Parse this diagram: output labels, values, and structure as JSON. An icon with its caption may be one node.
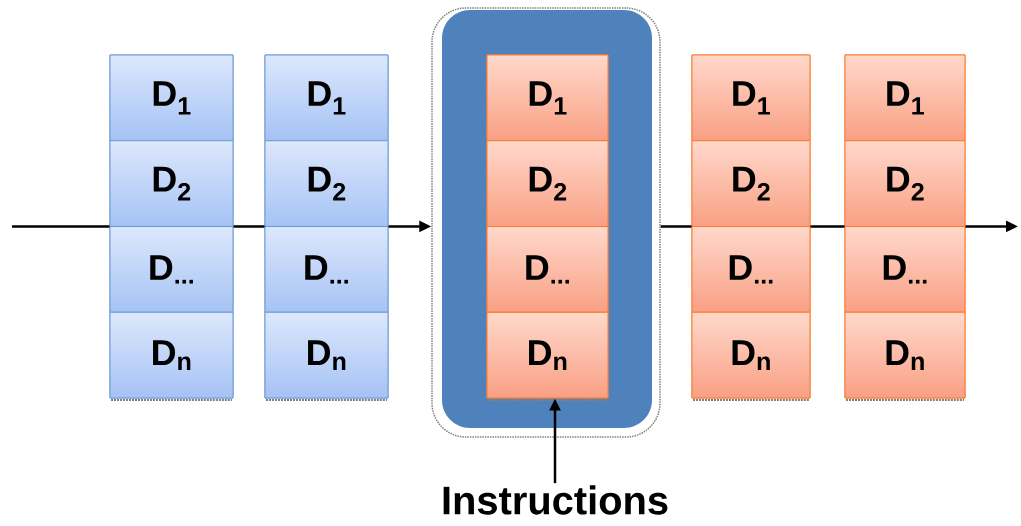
{
  "diagram": {
    "nodes": [
      {
        "text": [],
        "shape": "box"
      },
      {
        "text": [
          "D$_{1}$"
        ],
        "in": 0
      },
      {
        "text": [
          "D$_{2}$"
        ],
        "in": 0
      },
      {
        "text": [
          "D$_{...}$"
        ],
        "in": 0
      },
      {
        "text": [
          "D$_{n}$"
        ],
        "in": 0
      },
      {
        "text": [],
        "shape": "box"
      },
      {
        "text": [
          "D$_{1}$"
        ],
        "in": 5
      },
      {
        "text": [
          "D$_{2}$"
        ],
        "in": 5
      },
      {
        "text": [
          "D$_{...}$"
        ],
        "in": 5
      },
      {
        "text": [
          "D$_{n}$"
        ],
        "in": 5
      },
      {
        "text": [],
        "shape": "box"
      },
      {
        "text": [],
        "shape": "box",
        "in": 10
      },
      {
        "text": [
          "D$_{1}$"
        ],
        "in": 11
      },
      {
        "text": [
          "D$_{2}$"
        ],
        "in": 11
      },
      {
        "text": [
          "D$_{...}$"
        ],
        "in": 11
      },
      {
        "text": [
          "D$_{n}$"
        ],
        "in": 11
      },
      {
        "text": [],
        "shape": "box"
      },
      {
        "text": [
          "D$_{1}$"
        ],
        "in": 16
      },
      {
        "text": [
          "D$_{2}$"
        ],
        "in": 16
      },
      {
        "text": [
          "D$_{...}$"
        ],
        "in": 16
      },
      {
        "text": [
          "D$_{n}$"
        ],
        "in": 16
      },
      {
        "text": [],
        "shape": "box"
      },
      {
        "text": [
          "D$_{1}$"
        ],
        "in": 21
      },
      {
        "text": [
          "D$_{2}$"
        ],
        "in": 21
      },
      {
        "text": [
          "D$_{...}$"
        ],
        "in": 21
      },
      {
        "text": [
          "D$_{n}$"
        ],
        "in": 21
      },
      {
        "text": [
          "Instructions"
        ]
      }
    ],
    "edges": [
      {
        "from": null,
        "to": 0,
        "arrow": "none"
      },
      {
        "from": 0,
        "to": 5,
        "arrow": "none"
      },
      {
        "from": 5,
        "to": 10,
        "arrow": "to"
      },
      {
        "from": 10,
        "to": 16,
        "arrow": "none"
      },
      {
        "from": 16,
        "to": 21,
        "arrow": "none"
      },
      {
        "from": 21,
        "to": null,
        "arrow": "to"
      },
      {
        "from": 26,
        "to": 15,
        "arrow": "to"
      }
    ]
  }
}
